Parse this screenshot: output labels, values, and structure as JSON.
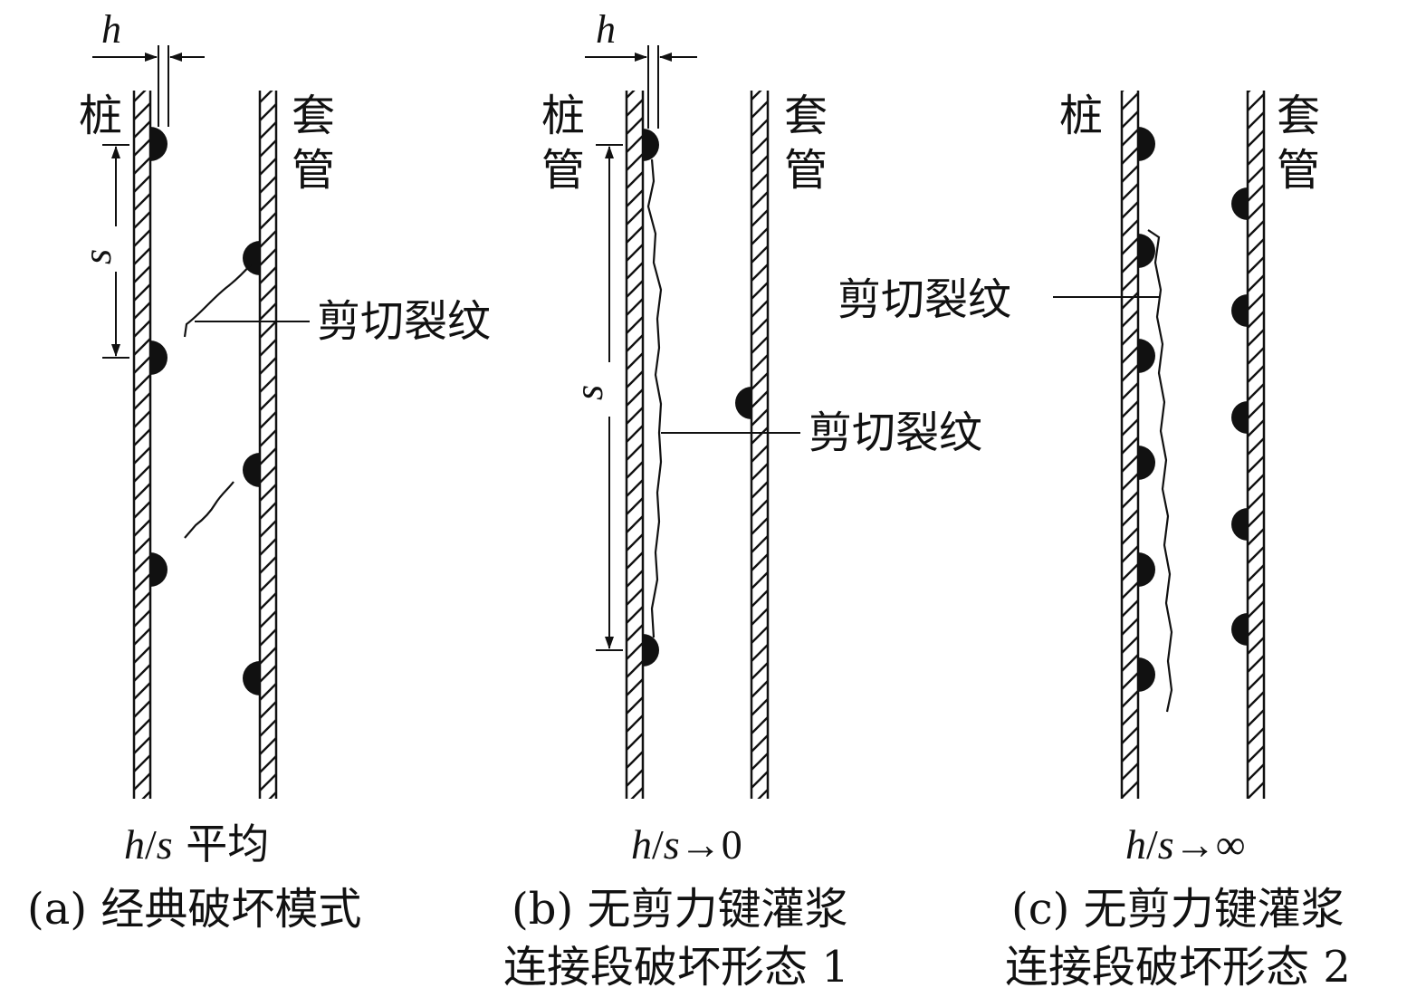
{
  "panels": [
    {
      "id": "a",
      "pile_label": "桩",
      "sleeve_label": [
        "套",
        "管"
      ],
      "dim_h": "h",
      "dim_s": "s",
      "crack_label": "剪切裂纹",
      "ratio_h": "h",
      "ratio_slash": "/",
      "ratio_s": "s",
      "ratio_tail": " 平均",
      "caption": [
        "(a) 经典破坏模式"
      ]
    },
    {
      "id": "b",
      "pile_label": [
        "桩",
        "管"
      ],
      "sleeve_label": [
        "套",
        "管"
      ],
      "dim_h": "h",
      "dim_s": "s",
      "crack_label": "剪切裂纹",
      "ratio_h": "h",
      "ratio_slash": "/",
      "ratio_s": "s",
      "ratio_tail": "→0",
      "caption": [
        "(b) 无剪力键灌浆",
        "连接段破坏形态 1"
      ]
    },
    {
      "id": "c",
      "pile_label": "桩",
      "sleeve_label": [
        "套",
        "管"
      ],
      "crack_label": "剪切裂纹",
      "ratio_h": "h",
      "ratio_slash": "/",
      "ratio_s": "s",
      "ratio_tail": "→∞",
      "caption": [
        "(c) 无剪力键灌浆",
        "连接段破坏形态 2"
      ]
    }
  ],
  "colors": {
    "ink": "#111111",
    "background": "#ffffff"
  }
}
